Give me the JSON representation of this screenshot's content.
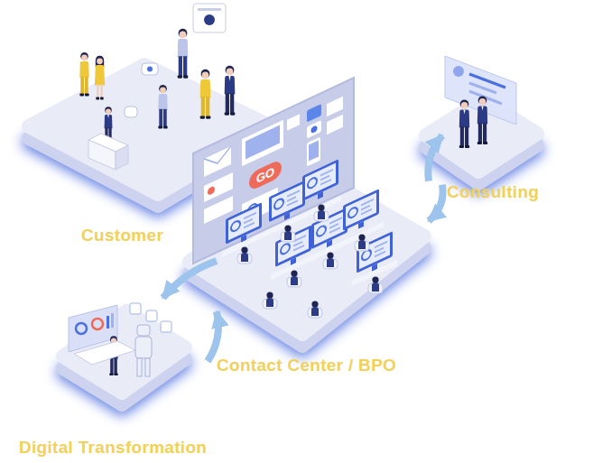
{
  "diagram": {
    "nodes": [
      {
        "text": [
          "Customer"
        ]
      },
      {
        "text": [
          "Contact Center / BPO"
        ]
      },
      {
        "text": [
          "Consulting"
        ]
      },
      {
        "text": [
          "Digital Transformation"
        ]
      }
    ],
    "edges": [
      {
        "from": 1,
        "to": 2,
        "arrow": "to"
      },
      {
        "from": 2,
        "to": 1,
        "arrow": "to"
      },
      {
        "from": 1,
        "to": 3,
        "arrow": "to"
      },
      {
        "from": 3,
        "to": 1,
        "arrow": "to"
      }
    ],
    "labels": [
      "GO"
    ]
  }
}
